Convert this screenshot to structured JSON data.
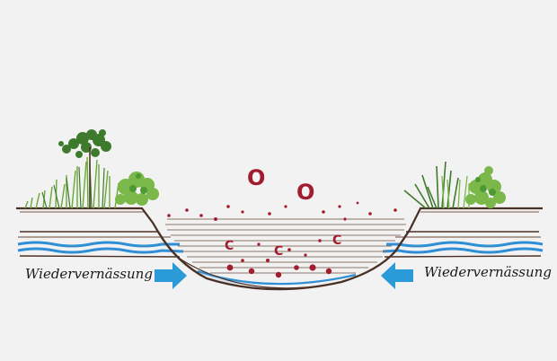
{
  "labels": {
    "left": "Wiedervernässung",
    "right": "Wiedervernässung"
  },
  "symbols": {
    "oxygen": "O",
    "carbon": "C"
  },
  "colors": {
    "background": "#f2f2f2",
    "water": "#2f8fd6",
    "arrow": "#2b9ad8",
    "carbon": "#a01c2e",
    "soil": "#5a3a2a",
    "vegetation_dark": "#3d7a2e",
    "vegetation_light": "#7ab84a"
  },
  "icons": {
    "left_arrow": "arrow-right-icon",
    "right_arrow": "arrow-left-icon"
  }
}
